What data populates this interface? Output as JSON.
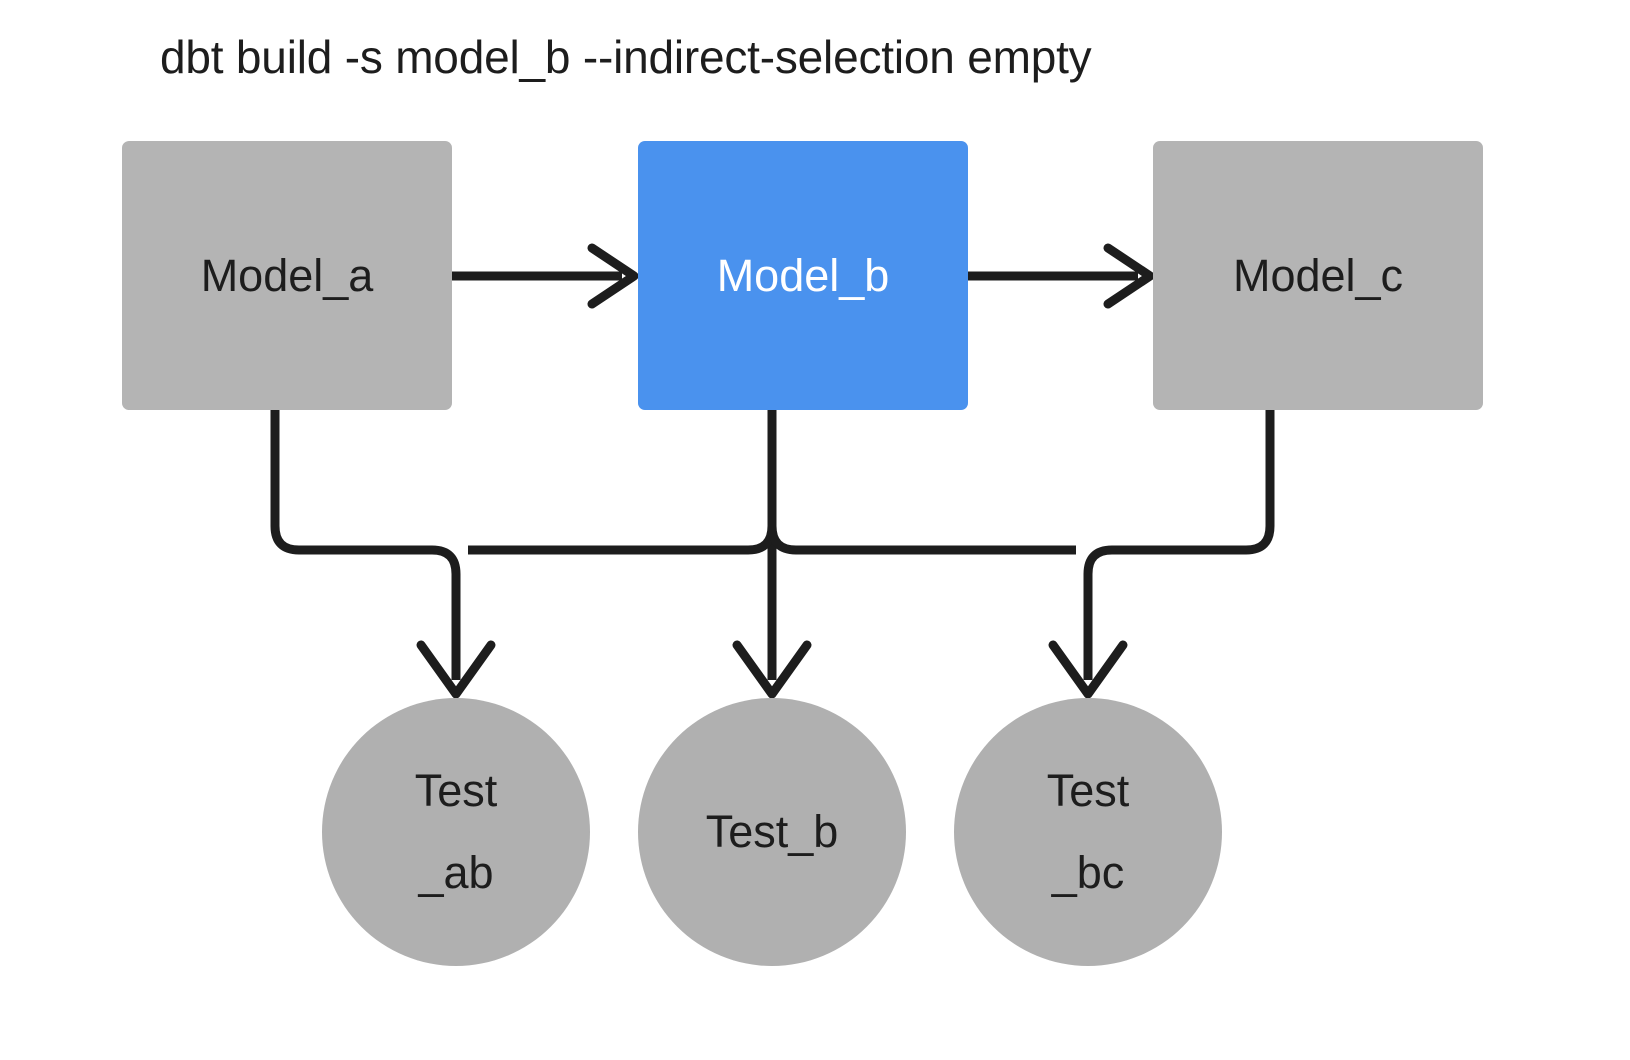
{
  "title": "dbt build -s model_b --indirect-selection empty",
  "colors": {
    "background": "#ffffff",
    "node_default": "#b4b4b4",
    "node_circle": "#b0b0b0",
    "node_selected": "#4a92ee",
    "edge": "#1d1d1d",
    "text_dark": "#1d1d1d",
    "text_light": "#ffffff"
  },
  "nodes": {
    "model_a": {
      "label": "Model_a",
      "shape": "rectangle",
      "state": "unselected"
    },
    "model_b": {
      "label": "Model_b",
      "shape": "rectangle",
      "state": "selected"
    },
    "model_c": {
      "label": "Model_c",
      "shape": "rectangle",
      "state": "unselected"
    },
    "test_ab": {
      "label": "Test\n_ab",
      "shape": "circle",
      "state": "unselected"
    },
    "test_b": {
      "label": "Test_b",
      "shape": "circle",
      "state": "unselected"
    },
    "test_bc": {
      "label": "Test\n_bc",
      "shape": "circle",
      "state": "unselected"
    }
  },
  "edges": [
    {
      "from": "model_a",
      "to": "model_b",
      "style": "arrow-right"
    },
    {
      "from": "model_b",
      "to": "model_c",
      "style": "arrow-right"
    },
    {
      "from": "model_a",
      "to": "test_ab",
      "style": "elbow-down"
    },
    {
      "from": "model_b",
      "to": "test_ab",
      "style": "elbow-down"
    },
    {
      "from": "model_b",
      "to": "test_b",
      "style": "straight-down"
    },
    {
      "from": "model_b",
      "to": "test_bc",
      "style": "elbow-down"
    },
    {
      "from": "model_c",
      "to": "test_bc",
      "style": "elbow-down"
    }
  ]
}
